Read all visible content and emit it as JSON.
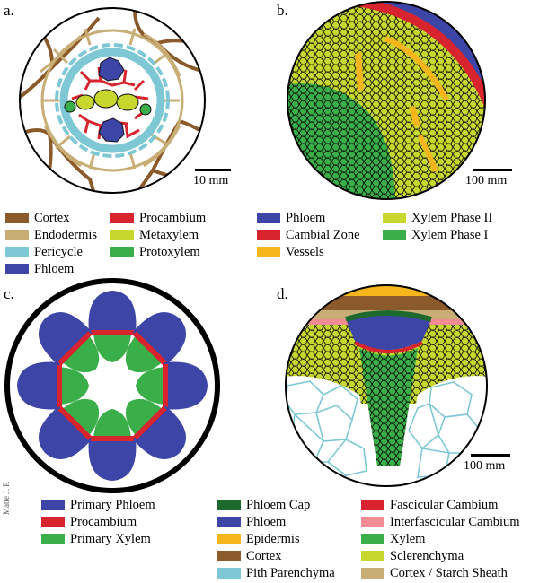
{
  "credit": "Matte J. P.",
  "colors": {
    "cortex": "#8b5a2b",
    "endodermis": "#c8ad75",
    "pericycle": "#7ec8d6",
    "phloem": "#3d45a6",
    "procambium": "#d8242e",
    "metaxylem": "#c7d72e",
    "protoxylem": "#3aae48",
    "cambial_zone": "#d8242e",
    "vessels": "#f6b51b",
    "xylem_phase_2": "#c7d72e",
    "xylem_phase_1": "#3aae48",
    "phloem_cap": "#1e6a2e",
    "epidermis": "#f6b51b",
    "pith_parenchyma": "#7ec8d6",
    "fascicular_cambium": "#d8242e",
    "interfascicular_cambium": "#f08c92",
    "xylem": "#3aae48",
    "sclerenchyma": "#c7d72e",
    "cortex_starch_sheath": "#c8ad75"
  },
  "panels": {
    "a": {
      "letter": "a.",
      "scale": "10 mm",
      "legend": [
        {
          "label": "Cortex",
          "color": "#8b5a2b"
        },
        {
          "label": "Procambium",
          "color": "#d8242e"
        },
        {
          "label": "Endodermis",
          "color": "#c8ad75"
        },
        {
          "label": "Metaxylem",
          "color": "#c7d72e"
        },
        {
          "label": "Pericycle",
          "color": "#7ec8d6"
        },
        {
          "label": "Protoxylem",
          "color": "#3aae48"
        },
        {
          "label": "Phloem",
          "color": "#3d45a6"
        }
      ]
    },
    "b": {
      "letter": "b.",
      "scale": "100 mm",
      "legend": [
        {
          "label": "Phloem",
          "color": "#3d45a6"
        },
        {
          "label": "Xylem Phase II",
          "color": "#c7d72e"
        },
        {
          "label": "Cambial Zone",
          "color": "#d8242e"
        },
        {
          "label": "Xylem Phase I",
          "color": "#3aae48"
        },
        {
          "label": "Vessels",
          "color": "#f6b51b"
        }
      ]
    },
    "c": {
      "letter": "c.",
      "legend": [
        {
          "label": "Primary Phloem",
          "color": "#3d45a6"
        },
        {
          "label": "Procambium",
          "color": "#d8242e"
        },
        {
          "label": "Primary Xylem",
          "color": "#3aae48"
        }
      ]
    },
    "d": {
      "letter": "d.",
      "scale": "100 mm",
      "legend": [
        {
          "label": "Phloem Cap",
          "color": "#1e6a2e"
        },
        {
          "label": "Fascicular Cambium",
          "color": "#d8242e"
        },
        {
          "label": "Phloem",
          "color": "#3d45a6"
        },
        {
          "label": "Interfascicular Cambium",
          "color": "#f08c92"
        },
        {
          "label": "Epidermis",
          "color": "#f6b51b"
        },
        {
          "label": "Xylem",
          "color": "#3aae48"
        },
        {
          "label": "Cortex",
          "color": "#8b5a2b"
        },
        {
          "label": "Sclerenchyma",
          "color": "#c7d72e"
        },
        {
          "label": "Pith Parenchyma",
          "color": "#7ec8d6"
        },
        {
          "label": "Cortex / Starch Sheath",
          "color": "#c8ad75"
        }
      ]
    }
  }
}
